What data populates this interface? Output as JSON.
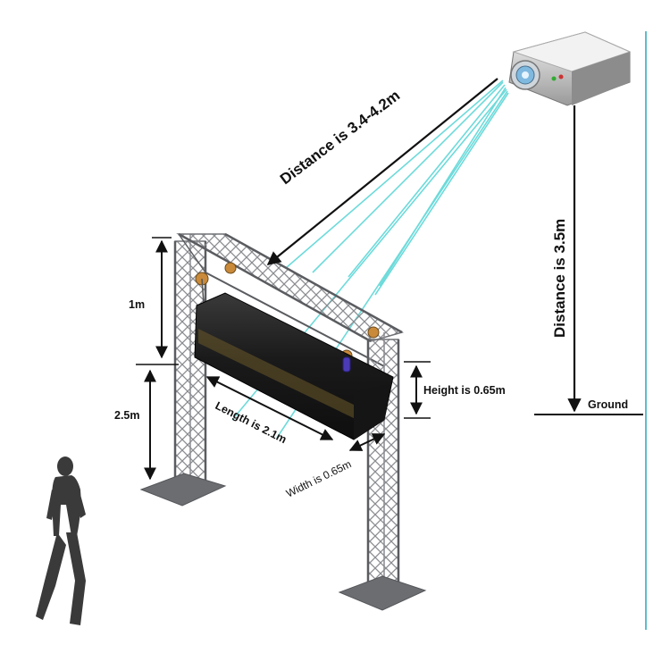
{
  "labels": {
    "distance_projector": "Distance is 3.4-4.2m",
    "distance_vertical": "Distance is 3.5m",
    "ground": "Ground",
    "truss_top": "1m",
    "truss_bottom": "2.5m",
    "height": "Height is 0.65m",
    "length": "Length is 2.1m",
    "width": "Width is 0.65m"
  },
  "colors": {
    "beam": "#5ed6d6",
    "truss": "#8a8c90",
    "truss_dark": "#55575b",
    "base": "#6b6d70",
    "box": "#1e1e1e",
    "arrow": "#111111",
    "side_line": "#2aa7b8",
    "person": "#3a3a3a"
  },
  "icons": [
    "projector-icon",
    "person-icon"
  ]
}
